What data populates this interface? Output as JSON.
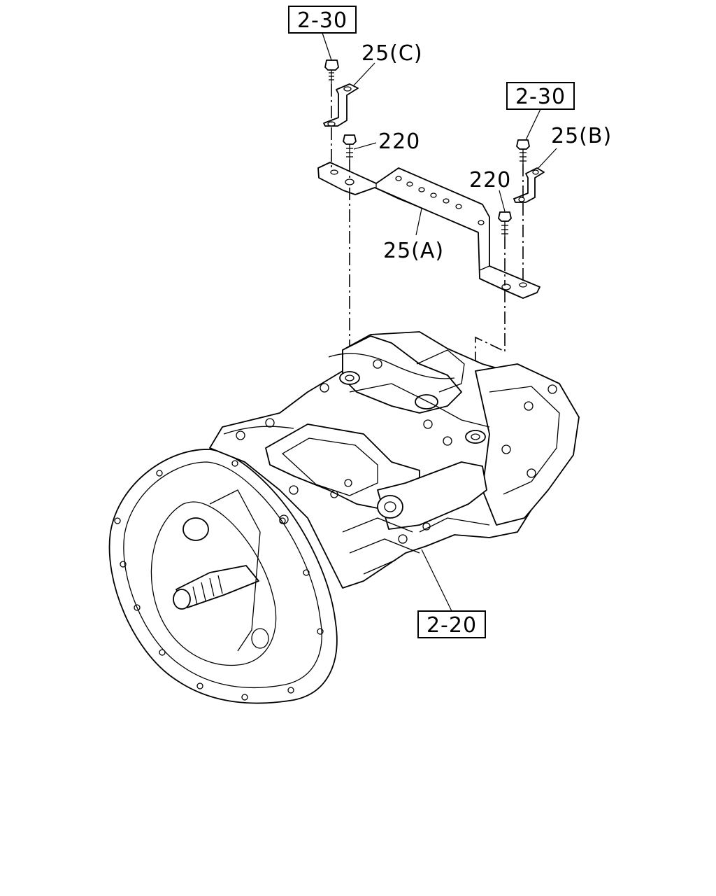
{
  "callouts": {
    "ref_top_left": "2-30",
    "ref_top_right": "2-30",
    "ref_bottom": "2-20"
  },
  "labels": {
    "bracket_c": "25(C)",
    "bracket_b": "25(B)",
    "bracket_a": "25(A)",
    "bolt_left": "220",
    "bolt_right": "220"
  }
}
